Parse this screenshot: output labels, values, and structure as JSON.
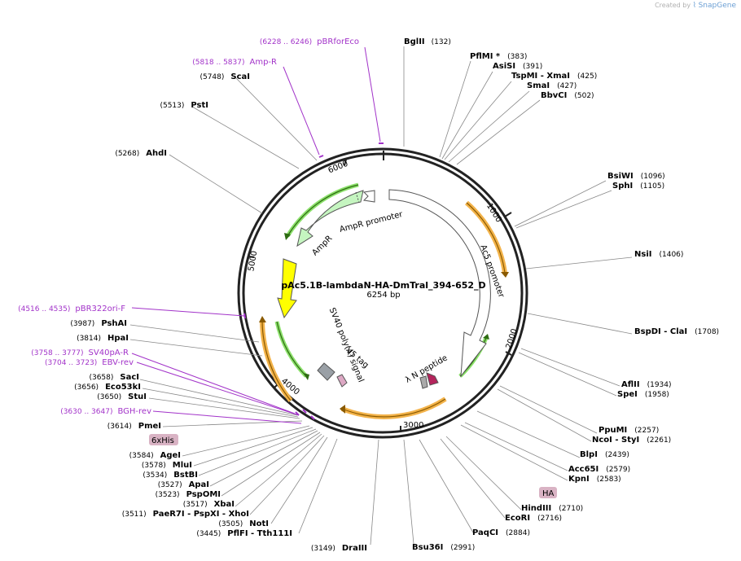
{
  "credit": {
    "prefix": "Created by",
    "brand": "SnapGene"
  },
  "plasmid": {
    "name": "pAc5.1B-lambdaN-HA-DmTral_394-652_D",
    "size": "6254 bp"
  },
  "ticks": [
    "1000",
    "2000",
    "3000",
    "4000",
    "5000",
    "6000"
  ],
  "features": {
    "ac5_promoter": "Ac5 promoter",
    "lambda_n": "λ N peptide",
    "sv40": "SV40 poly(A) signal",
    "v5": "V5 tag",
    "ampr": "AmpR",
    "ampr_promoter": "AmpR promoter"
  },
  "primers": [
    {
      "name": "pBRforEco",
      "pos": "(6228 .. 6246)"
    },
    {
      "name": "Amp-R",
      "pos": "(5818 .. 5837)"
    },
    {
      "name": "pBR322ori-F",
      "pos": "(4516 .. 4535)"
    },
    {
      "name": "SV40pA-R",
      "pos": "(3758 .. 3777)"
    },
    {
      "name": "EBV-rev",
      "pos": "(3704 .. 3723)"
    },
    {
      "name": "BGH-rev",
      "pos": "(3630 .. 3647)"
    }
  ],
  "tags": {
    "his": "6xHis",
    "ha": "HA"
  },
  "sites_right": [
    {
      "name": "BglII",
      "pos": "(132)"
    },
    {
      "name": "PflMI *",
      "pos": "(383)"
    },
    {
      "name": "AsiSI",
      "pos": "(391)"
    },
    {
      "name": "TspMI",
      "sep": " - ",
      "name2": "XmaI",
      "pos": "(425)"
    },
    {
      "name": "SmaI",
      "pos": "(427)"
    },
    {
      "name": "BbvCI",
      "pos": "(502)"
    },
    {
      "name": "BsiWI",
      "pos": "(1096)"
    },
    {
      "name": "SphI",
      "pos": "(1105)"
    },
    {
      "name": "NsiI",
      "pos": "(1406)"
    },
    {
      "name": "BspDI",
      "sep": " - ",
      "name2": "ClaI",
      "pos": "(1708)"
    },
    {
      "name": "AflII",
      "pos": "(1934)"
    },
    {
      "name": "SpeI",
      "pos": "(1958)"
    },
    {
      "name": "PpuMI",
      "pos": "(2257)"
    },
    {
      "name": "NcoI",
      "sep": " - ",
      "name2": "StyI",
      "pos": "(2261)"
    },
    {
      "name": "BlpI",
      "pos": "(2439)"
    },
    {
      "name": "Acc65I",
      "pos": "(2579)"
    },
    {
      "name": "KpnI",
      "pos": "(2583)"
    },
    {
      "name": "HindIII",
      "pos": "(2710)"
    },
    {
      "name": "EcoRI",
      "pos": "(2716)"
    },
    {
      "name": "PaqCI",
      "pos": "(2884)"
    },
    {
      "name": "Bsu36I",
      "pos": "(2991)"
    }
  ],
  "sites_left": [
    {
      "name": "ScaI",
      "pos": "(5748)"
    },
    {
      "name": "PstI",
      "pos": "(5513)"
    },
    {
      "name": "AhdI",
      "pos": "(5268)"
    },
    {
      "name": "PshAI",
      "pos": "(3987)"
    },
    {
      "name": "HpaI",
      "pos": "(3814)"
    },
    {
      "name": "SacI",
      "pos": "(3658)"
    },
    {
      "name": "Eco53kI",
      "pos": "(3656)"
    },
    {
      "name": "StuI",
      "pos": "(3650)"
    },
    {
      "name": "PmeI",
      "pos": "(3614)"
    },
    {
      "name": "AgeI",
      "pos": "(3584)"
    },
    {
      "name": "MluI",
      "pos": "(3578)"
    },
    {
      "name": "BstBI",
      "pos": "(3534)"
    },
    {
      "name": "ApaI",
      "pos": "(3527)"
    },
    {
      "name": "PspOMI",
      "pos": "(3523)"
    },
    {
      "name": "XbaI",
      "pos": "(3517)"
    },
    {
      "name": "PaeR7I",
      "sep": " - ",
      "name2": "PspXI",
      "sep2": " - ",
      "name3": "XhoI",
      "pos": "(3511)"
    },
    {
      "name": "NotI",
      "pos": "(3505)"
    },
    {
      "name": "PflFI",
      "sep": " - ",
      "name2": "Tth111I",
      "pos": "(3445)"
    },
    {
      "name": "DraIII",
      "pos": "(3149)"
    }
  ]
}
